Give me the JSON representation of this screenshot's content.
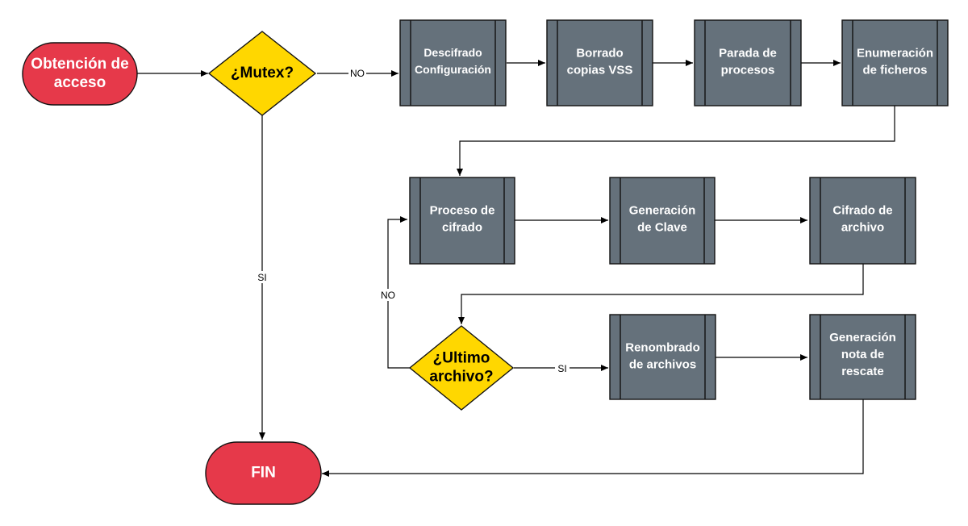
{
  "colors": {
    "terminal": "#e6394a",
    "decision": "#ffd700",
    "process": "#65717b",
    "stroke": "#111111",
    "background": "#ffffff"
  },
  "nodes": {
    "start": [
      "Obtención de",
      "acceso"
    ],
    "mutex": [
      "¿Mutex?"
    ],
    "descifrado": [
      "Descifrado",
      "Configuración"
    ],
    "borrado": [
      "Borrado",
      "copias VSS"
    ],
    "parada": [
      "Parada de",
      "procesos"
    ],
    "enumeracion": [
      "Enumeración",
      "de ficheros"
    ],
    "proceso": [
      "Proceso de",
      "cifrado"
    ],
    "generacion_clave": [
      "Generación",
      "de Clave"
    ],
    "cifrado_archivo": [
      "Cifrado de",
      "archivo"
    ],
    "ultimo": [
      "¿Ultimo",
      "archivo?"
    ],
    "renombrado": [
      "Renombrado",
      "de archivos"
    ],
    "nota": [
      "Generación",
      "nota de",
      "rescate"
    ],
    "fin": [
      "FIN"
    ]
  },
  "edge_labels": {
    "mutex_no": "NO",
    "mutex_si": "SI",
    "ultimo_no": "NO",
    "ultimo_si": "SI"
  }
}
